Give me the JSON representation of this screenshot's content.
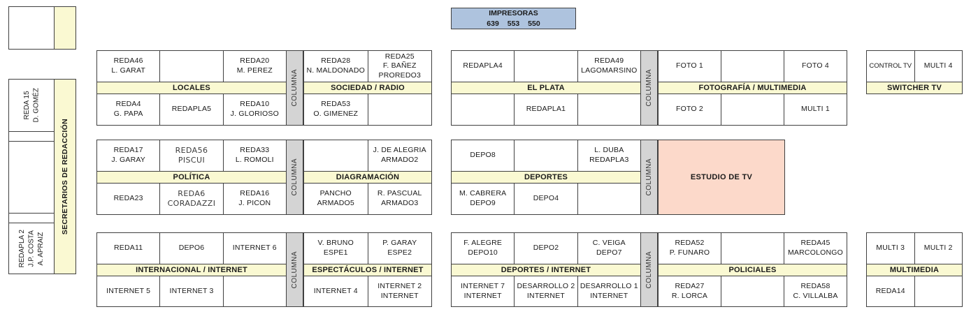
{
  "colors": {
    "yellow": "#FAF9D2",
    "gray": "#D4D4D4",
    "pink": "#FCD9CA",
    "blue": "#AEC3DE",
    "border": "#404040"
  },
  "printers": {
    "title": "IMPRESORAS",
    "numbers": "639  553  550"
  },
  "labels": {
    "columna": "COLUMNA",
    "estudio": "ESTUDIO DE TV"
  },
  "left_area": {
    "cells": [
      "REDA 15\nD. GOMÉZ",
      "",
      "",
      "",
      "REDAPLA 2\nJ.P. COSTA\nA. APRAIZ"
    ],
    "secretaries": "SECRETARIOS DE REDACCIÓN"
  },
  "sections": {
    "locales": {
      "label": "LOCALES",
      "top": [
        "REDA46\nL. GARAT",
        "",
        "REDA20\nM. PEREZ"
      ],
      "bottom": [
        "REDA4\nG. PAPA",
        "REDAPLA5",
        "REDA10\nJ. GLORIOSO"
      ]
    },
    "sociedad_radio": {
      "label": "SOCIEDAD / RADIO",
      "top": [
        "REDA28\nN. MALDONADO",
        "REDA25\nF. BAÑEZ\nPROREDO3"
      ],
      "bottom": [
        "REDA53\nO. GIMENEZ",
        ""
      ]
    },
    "el_plata": {
      "label": "EL PLATA",
      "top": [
        "REDAPLA4",
        "",
        "REDA49\nLAGOMARSINO"
      ],
      "bottom": [
        "",
        "REDAPLA1",
        ""
      ]
    },
    "fotografia_multimedia": {
      "label": "FOTOGRAFÍA / MULTIMEDIA",
      "top": [
        "FOTO 1",
        "",
        "FOTO 4"
      ],
      "bottom": [
        "FOTO 2",
        "",
        "MULTI 1"
      ]
    },
    "switcher_tv": {
      "label": "SWITCHER TV",
      "top": [
        "CONTROL TV",
        "MULTI 4"
      ]
    },
    "politica": {
      "label": "POLÍTICA",
      "top": [
        "REDA17\nJ. GARAY",
        "REDA56\nPISCUI",
        "REDA33\nL. ROMOLI"
      ],
      "bottom": [
        "REDA23",
        "REDA6\nCORADAZZI",
        "REDA16\nJ. PICON"
      ]
    },
    "diagramacion": {
      "label": "DIAGRAMACIÓN",
      "top": [
        "",
        "J. DE ALEGRIA\nARMADO2"
      ],
      "bottom": [
        "PANCHO\nARMADO5",
        "R. PASCUAL\nARMADO3"
      ]
    },
    "deportes": {
      "label": "DEPORTES",
      "top": [
        "DEPO8",
        "",
        "L. DUBA\nREDAPLA3"
      ],
      "bottom": [
        "M. CABRERA\nDEPO9",
        "DEPO4",
        ""
      ]
    },
    "internacional_internet": {
      "label": "INTERNACIONAL / INTERNET",
      "top": [
        "REDA11",
        "DEPO6",
        "INTERNET 6"
      ],
      "bottom": [
        "INTERNET 5",
        "INTERNET 3",
        ""
      ]
    },
    "espectaculos_internet": {
      "label": "ESPECTÁCULOS / INTERNET",
      "top": [
        "V. BRUNO\nESPE1",
        "P. GARAY\nESPE2"
      ],
      "bottom": [
        "INTERNET 4",
        "INTERNET 2\nINTERNET"
      ]
    },
    "deportes_internet": {
      "label": "DEPORTES / INTERNET",
      "top": [
        "F. ALEGRE\nDEPO10",
        "DEPO2",
        "C. VEIGA\nDEPO7"
      ],
      "bottom": [
        "INTERNET 7\nINTERNET",
        "DESARROLLO 2\nINTERNET",
        "DESARROLLO 1\nINTERNET"
      ]
    },
    "policiales": {
      "label": "POLICIALES",
      "top": [
        "REDA52\nP. FUNARO",
        "",
        "REDA45\nMARCOLONGO"
      ],
      "bottom": [
        "REDA27\nR. LORCA",
        "",
        "REDA58\nC. VILLALBA"
      ]
    },
    "multimedia": {
      "label": "MULTIMEDIA",
      "top": [
        "MULTI 3",
        "MULTI 2"
      ],
      "bottom": [
        "REDA14",
        ""
      ]
    }
  }
}
